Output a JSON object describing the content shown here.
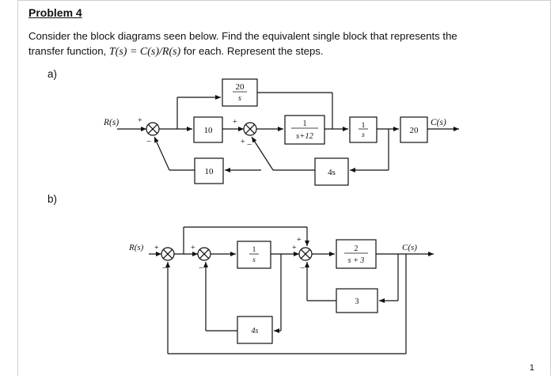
{
  "header": {
    "title": "Problem 4"
  },
  "statement": {
    "line1": "Consider the block diagrams seen below. Find the equivalent single block that represents the",
    "line2_pre": "transfer function, ",
    "line2_math": "T(s) = C(s)/R(s)",
    "line2_post": " for each. Represent the steps."
  },
  "parts": {
    "a": "a)",
    "b": "b)"
  },
  "diagram_a": {
    "input": "R(s)",
    "output": "C(s)",
    "block_top_num": "20",
    "block_top_den": "s",
    "block_gain1": "10",
    "block_gain2": "10",
    "block_tf_num": "1",
    "block_tf_den": "s+12",
    "block_int_num": "1",
    "block_int_den": "s",
    "block_out": "20",
    "block_fb": "4s",
    "signs": {
      "s1_in": "+",
      "s1_fb": "−",
      "s2_in": "+",
      "s2_top": "+",
      "s2_bot": "−"
    }
  },
  "diagram_b": {
    "input": "R(s)",
    "output": "C(s)",
    "block_int_num": "1",
    "block_int_den": "s",
    "block_tf_num": "2",
    "block_tf_den": "s + 3",
    "block_fb3": "3",
    "block_fb4s": "4s",
    "signs": {
      "s1_in": "+",
      "s1_fb": "−",
      "s2_in": "+",
      "s2_fb": "−",
      "s3_in": "+",
      "s3_top": "+",
      "s3_fb": "−"
    }
  },
  "footer": {
    "page_number": "1"
  }
}
